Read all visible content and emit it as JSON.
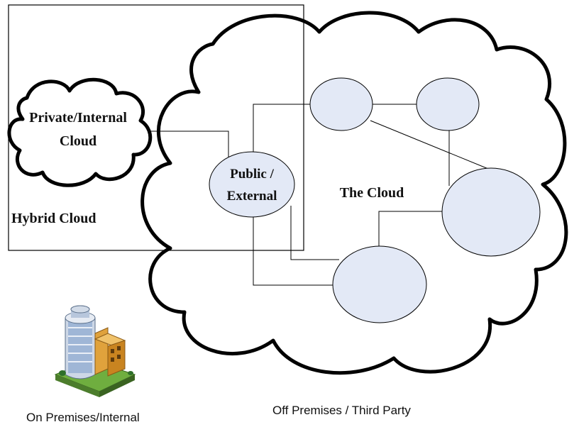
{
  "diagram": {
    "private_cloud": {
      "line1": "Private/Internal",
      "line2": "Cloud"
    },
    "hybrid_cloud_label": "Hybrid Cloud",
    "public_node": {
      "line1": "Public /",
      "line2": "External"
    },
    "the_cloud_label": "The Cloud",
    "on_premises_label": "On Premises/Internal",
    "off_premises_label": "Off Premises / Third Party",
    "colors": {
      "node_fill": "#e3e9f6",
      "stroke": "#000000"
    },
    "icons": {
      "building": "office-building-icon"
    }
  }
}
